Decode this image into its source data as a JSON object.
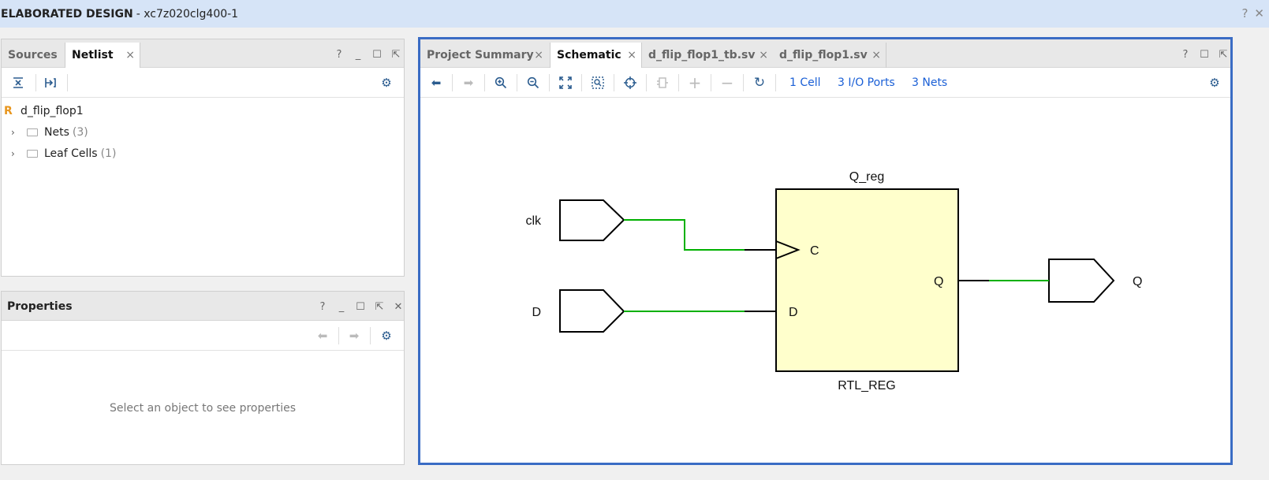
{
  "window": {
    "title_bold": "ELABORATED DESIGN",
    "title_rest": "- xc7z020clg400-1",
    "help": "?",
    "close": "✕"
  },
  "sources_panel": {
    "tabs": [
      {
        "label": "Sources",
        "active": false
      },
      {
        "label": "Netlist",
        "active": true
      }
    ],
    "close_glyph": "×",
    "tree": {
      "root_badge": "R",
      "root_label": "d_flip_flop1",
      "children": [
        {
          "label": "Nets",
          "count": "(3)"
        },
        {
          "label": "Leaf Cells",
          "count": "(1)"
        }
      ]
    }
  },
  "properties_panel": {
    "title": "Properties",
    "empty_message": "Select an object to see properties"
  },
  "editor": {
    "tabs": [
      {
        "label": "Project Summary",
        "active": false
      },
      {
        "label": "Schematic",
        "active": true
      },
      {
        "label": "d_flip_flop1_tb.sv",
        "active": false
      },
      {
        "label": "d_flip_flop1.sv",
        "active": false
      }
    ],
    "close_glyph": "×",
    "stats": {
      "cells": "1 Cell",
      "io_ports": "3 I/O Ports",
      "nets": "3 Nets"
    }
  },
  "schematic": {
    "register_name": "Q_reg",
    "register_type": "RTL_REG",
    "pin_clock": "C",
    "pin_data": "D",
    "pin_output": "Q",
    "input_ports": [
      "clk",
      "D"
    ],
    "output_port": "Q",
    "colors": {
      "net": "#00b000",
      "register_fill": "#ffffcc",
      "accent": "#3a6cc4"
    }
  }
}
